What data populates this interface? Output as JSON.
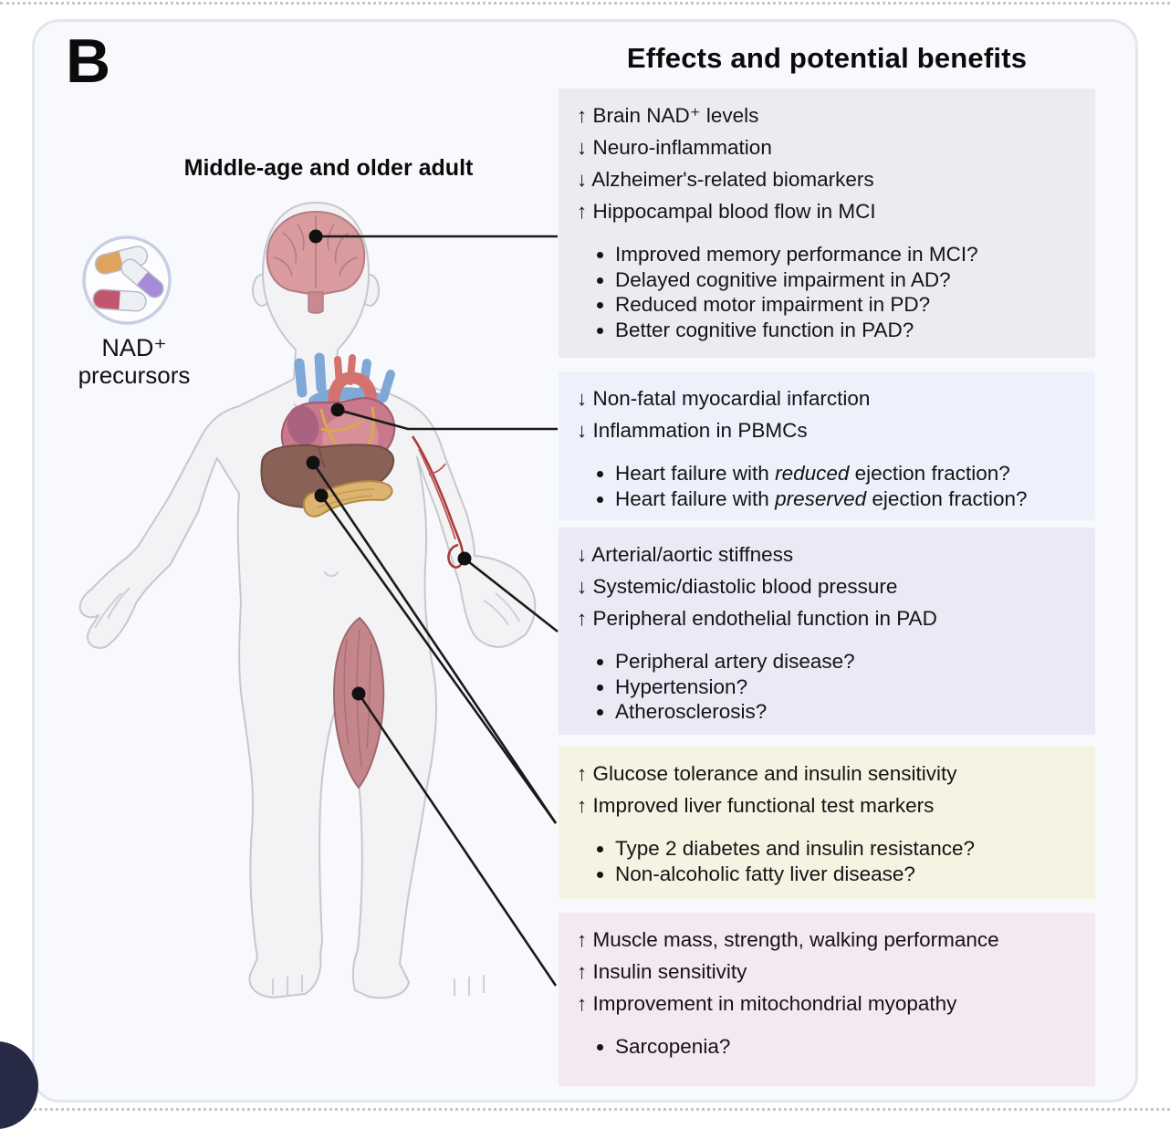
{
  "panel_label": "B",
  "title": "Effects and potential benefits",
  "figure_label": "Middle-age and older adult",
  "legend": {
    "line1": "NAD⁺",
    "line2": "precursors"
  },
  "icons": {
    "pills": "nad-precursor-capsules-icon"
  },
  "colors": {
    "card_bg": "#f8f9fc",
    "card_border": "#e3e5ef",
    "box_brain": "#ebecef",
    "box_heart": "#edf1fb",
    "box_vessels": "#e9eaf6",
    "box_metabolic": "#f5f4e3",
    "box_muscle": "#f4e8f3",
    "connector": "#1a1a1a",
    "corner_blob": "#262a45"
  },
  "boxes": [
    {
      "organ": "brain",
      "effects": [
        "↑ Brain NAD⁺ levels",
        "↓ Neuro-inflammation",
        "↓ Alzheimer's-related biomarkers",
        "↑ Hippocampal blood flow in MCI"
      ],
      "bullets": [
        "Improved memory performance in MCI?",
        "Delayed cognitive impairment in AD?",
        "Reduced motor impairment in PD?",
        "Better cognitive function in PAD?"
      ]
    },
    {
      "organ": "heart",
      "effects": [
        "↓ Non-fatal myocardial infarction",
        "↓ Inflammation in PBMCs"
      ],
      "bullets_rich": [
        {
          "pre": "Heart failure with ",
          "italic": "reduced",
          "post": " ejection fraction?"
        },
        {
          "pre": "Heart failure with ",
          "italic": "preserved",
          "post": " ejection fraction?"
        }
      ]
    },
    {
      "organ": "vessels",
      "effects": [
        "↓ Arterial/aortic stiffness",
        "↓ Systemic/diastolic blood pressure",
        "↑ Peripheral endothelial function in PAD"
      ],
      "bullets": [
        "Peripheral artery disease?",
        "Hypertension?",
        "Atherosclerosis?"
      ]
    },
    {
      "organ": "liver-pancreas",
      "effects": [
        "↑ Glucose tolerance and insulin sensitivity",
        "↑ Improved liver functional test markers"
      ],
      "bullets": [
        "Type 2 diabetes and insulin resistance?",
        "Non-alcoholic fatty liver disease?"
      ]
    },
    {
      "organ": "muscle",
      "effects": [
        "↑ Muscle mass, strength, walking performance",
        "↑ Insulin sensitivity",
        "↑ Improvement in mitochondrial myopathy"
      ],
      "bullets": [
        "Sarcopenia?"
      ]
    }
  ]
}
